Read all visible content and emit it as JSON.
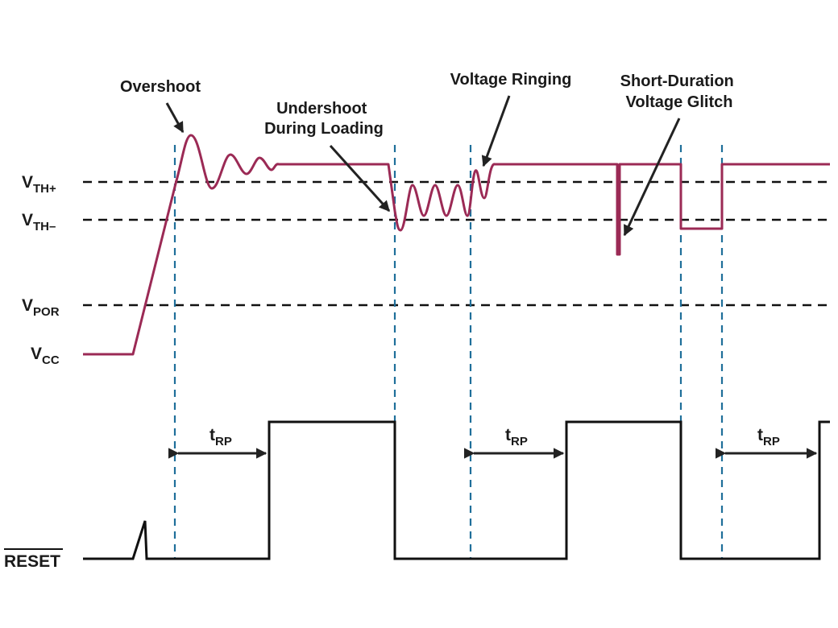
{
  "colors": {
    "vcc_trace": "#9b2a55",
    "reset_trace": "#111111",
    "threshold_line": "#111111",
    "marker_line": "#1f6f9a",
    "annotation": "#222222"
  },
  "labels": {
    "vth_plus": {
      "main": "V",
      "sub": "TH+"
    },
    "vth_minus": {
      "main": "V",
      "sub": "TH–"
    },
    "vpor": {
      "main": "V",
      "sub": "POR"
    },
    "vcc": {
      "main": "V",
      "sub": "CC"
    },
    "reset": "RESET"
  },
  "annotations": {
    "overshoot": [
      "Overshoot"
    ],
    "undershoot": [
      "Undershoot",
      "During Loading"
    ],
    "ringing": [
      "Voltage Ringing"
    ],
    "glitch": [
      "Short-Duration",
      "Voltage Glitch"
    ]
  },
  "trp": {
    "main": "t",
    "sub": "RP"
  },
  "icons": {
    "annotation_arrow": "arrow-icon",
    "trp_span": "double-arrow-icon"
  }
}
